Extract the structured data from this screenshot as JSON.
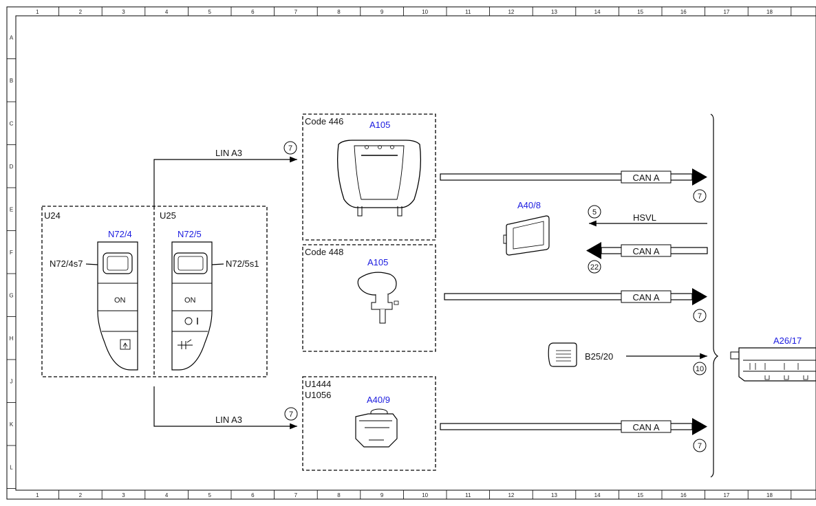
{
  "ruler": {
    "columns": [
      "1",
      "2",
      "3",
      "4",
      "5",
      "6",
      "7",
      "8",
      "9",
      "10",
      "11",
      "12",
      "13",
      "14",
      "15",
      "16",
      "17",
      "18"
    ],
    "rows": [
      "A",
      "B",
      "C",
      "D",
      "E",
      "F",
      "G",
      "H",
      "J",
      "K",
      "L"
    ]
  },
  "groups": {
    "u24": "U24",
    "u25": "U25",
    "code446": "Code 446",
    "code448": "Code 448",
    "u1444": "U1444",
    "u1056": "U1056"
  },
  "components": {
    "n72_4": "N72/4",
    "n72_5": "N72/5",
    "n72_4s7": "N72/4s7",
    "n72_5s1": "N72/5s1",
    "a105_top": "A105",
    "a105_mid": "A105",
    "a40_9": "A40/9",
    "a40_8": "A40/8",
    "b25_20": "B25/20",
    "a26_17": "A26/17",
    "switch_on_left": "ON",
    "switch_on_right": "ON"
  },
  "connections": {
    "lin_top": "LIN A3",
    "lin_bottom": "LIN A3",
    "can_1": "CAN A",
    "can_2": "CAN A",
    "can_3": "CAN A",
    "can_4": "CAN A",
    "hsvl": "HSVL"
  },
  "refs": {
    "lin_top": "7",
    "lin_bottom": "7",
    "can_1": "7",
    "hsvl": "5",
    "can_2": "22",
    "can_3": "7",
    "b25": "10",
    "can_4": "7"
  },
  "colors": {
    "component_label": "#1a1adf",
    "line": "#000000"
  }
}
